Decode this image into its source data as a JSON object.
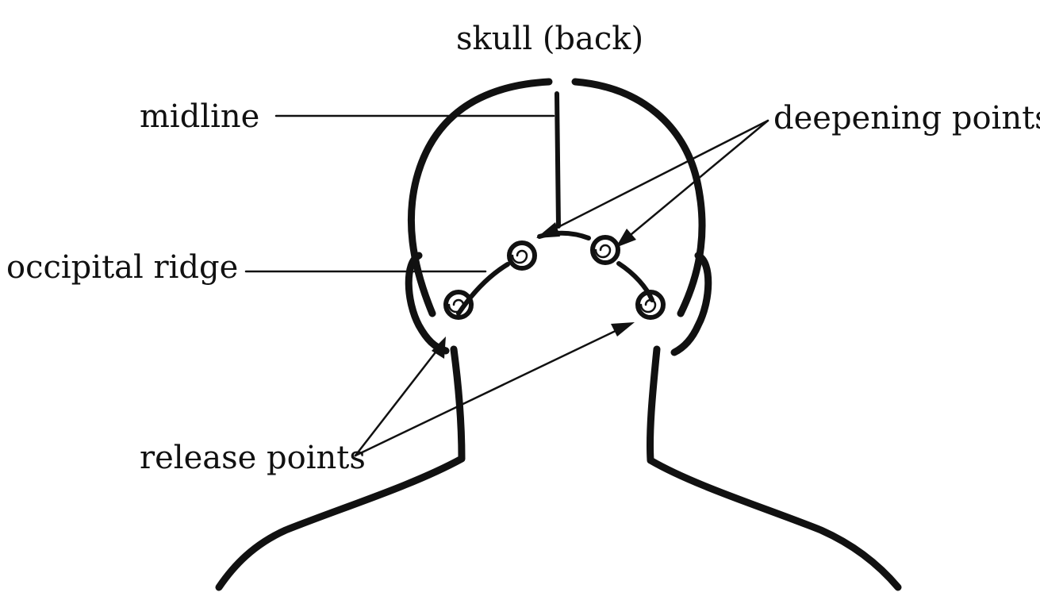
{
  "labels": {
    "title": "skull (back)",
    "midline": "midline",
    "deepening_points": "deepening points",
    "occipital_ridge": "occipital ridge",
    "release_points": "release points"
  },
  "colors": {
    "ink": "#111111",
    "background": "#ffffff"
  }
}
